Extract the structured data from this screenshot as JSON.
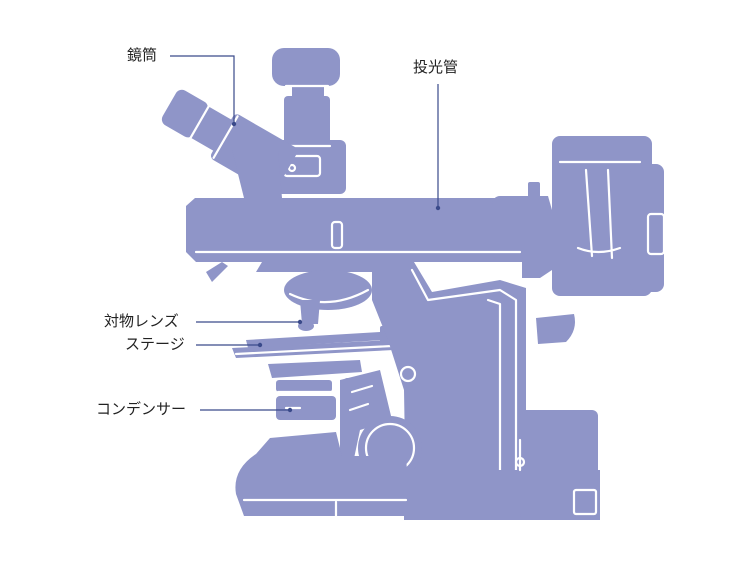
{
  "labels": {
    "eyepiece_tube": "鏡筒",
    "projection_tube": "投光管",
    "objective_lens": "対物レンズ",
    "stage": "ステージ",
    "condenser": "コンデンサー"
  },
  "colors": {
    "body": "#8f95c8",
    "outline": "#ffffff",
    "leader": "#3a4a8a",
    "text": "#222222"
  }
}
